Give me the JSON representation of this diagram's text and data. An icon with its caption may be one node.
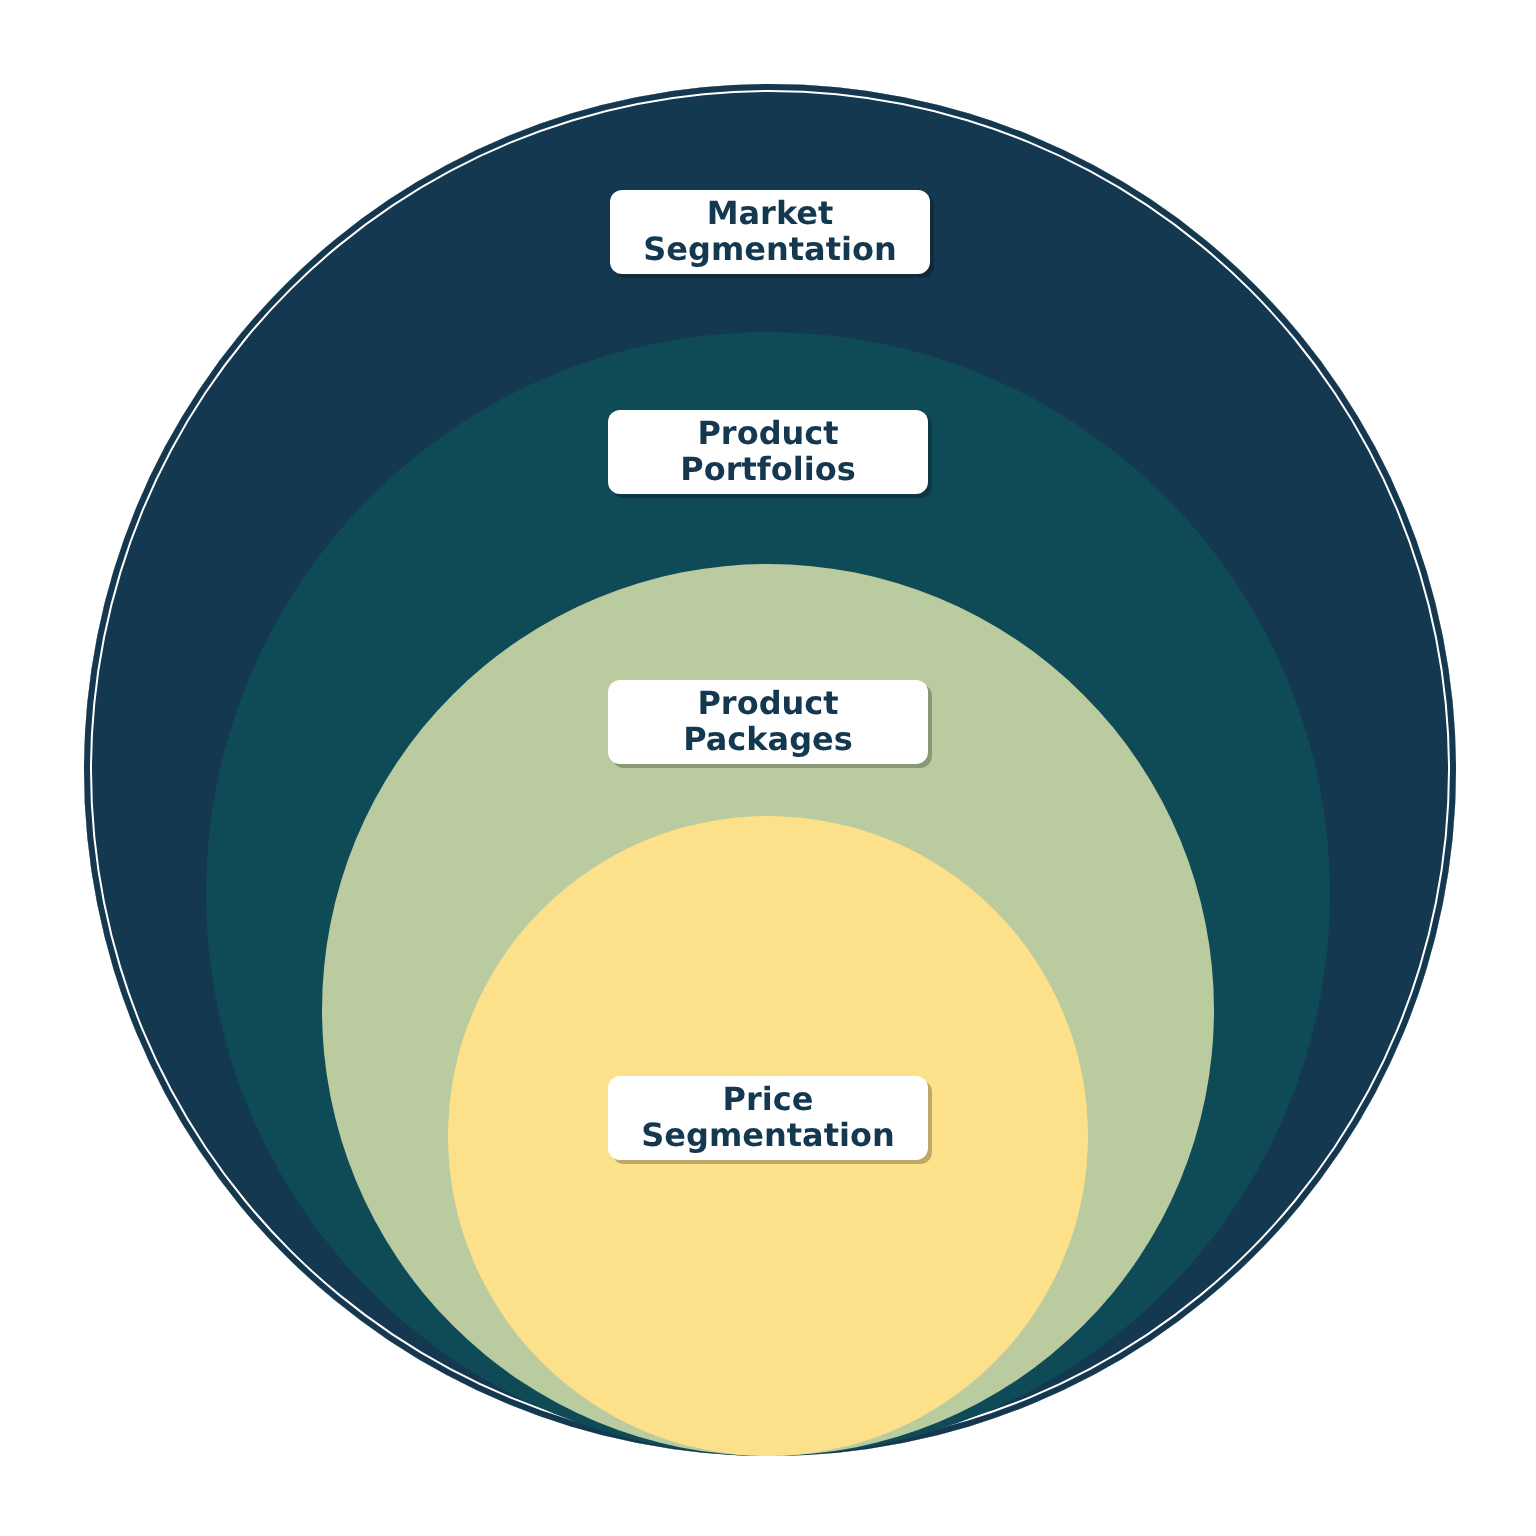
{
  "diagram": {
    "nodes": [
      {
        "text": [
          "Market Segmentation"
        ]
      },
      {
        "text": [
          "Product Portfolios"
        ],
        "in": 0
      },
      {
        "text": [
          "Product Packages"
        ],
        "in": 1
      },
      {
        "text": [
          "Price Segmentation"
        ],
        "in": 2
      }
    ]
  }
}
